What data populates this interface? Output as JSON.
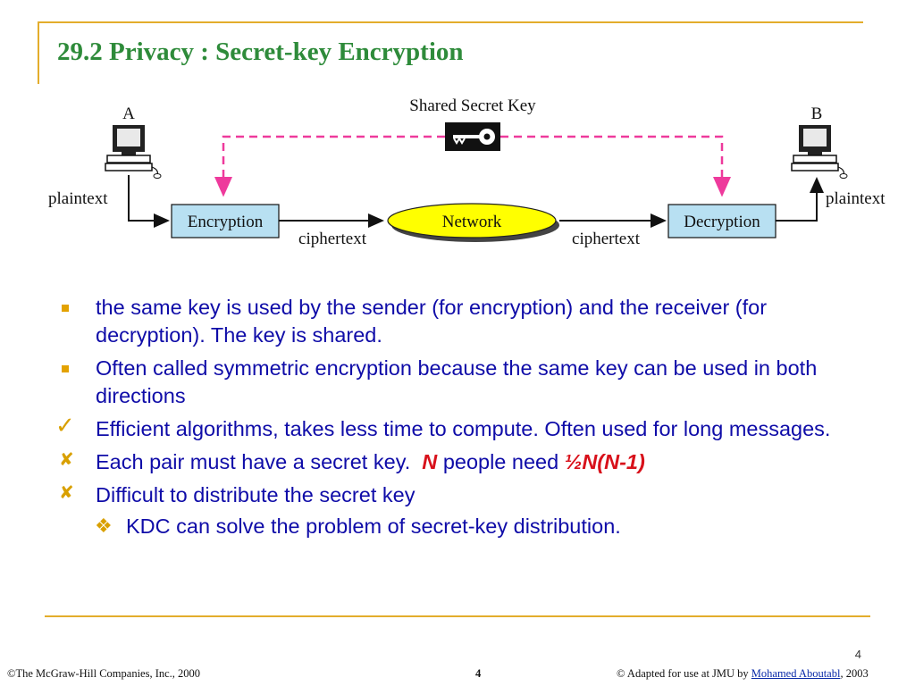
{
  "slide": {
    "title": "29.2 Privacy : Secret-key Encryption"
  },
  "diagram": {
    "shared_key_label": "Shared Secret Key",
    "node_a_label": "A",
    "node_b_label": "B",
    "plaintext_left": "plaintext",
    "plaintext_right": "plaintext",
    "encryption_label": "Encryption",
    "decryption_label": "Decryption",
    "network_label": "Network",
    "ciphertext_left": "ciphertext",
    "ciphertext_right": "ciphertext",
    "colors": {
      "box_fill": "#b8e0f2",
      "network_fill": "#ffff00",
      "key_link": "#ee3a9c"
    }
  },
  "bullets": [
    {
      "marker": "square",
      "text": "the same key is used by the sender (for encryption) and the receiver (for decryption). The key is shared."
    },
    {
      "marker": "square",
      "text": "Often called symmetric encryption because the same key can be used in both directions"
    },
    {
      "marker": "check",
      "text": "Efficient algorithms, takes less time to compute. Often used for long messages."
    },
    {
      "marker": "cross",
      "text_before": "Each pair must have a secret key.",
      "emph_n": "N",
      "text_middle": "people need",
      "emph_formula": "½N(N-1)"
    },
    {
      "marker": "cross",
      "text": "Difficult to distribute the secret key"
    }
  ],
  "sub_bullet": {
    "marker": "diamond",
    "text": "KDC can solve the problem of secret-key distribution."
  },
  "footer": {
    "copyright": "©The McGraw-Hill Companies, Inc., 2000",
    "center_page": "4",
    "right_prefix": "© Adapted for use at JMU by",
    "right_author": "Mohamed Aboutabl",
    "right_suffix": ", 2003",
    "page_number": "4"
  },
  "theme": {
    "accent_line": "#e3ad2c",
    "title_color": "#2e8b3a",
    "bullet_text_color": "#0f0ca8",
    "emphasis_color": "#d8111b",
    "marker_color": "#e3a200"
  }
}
